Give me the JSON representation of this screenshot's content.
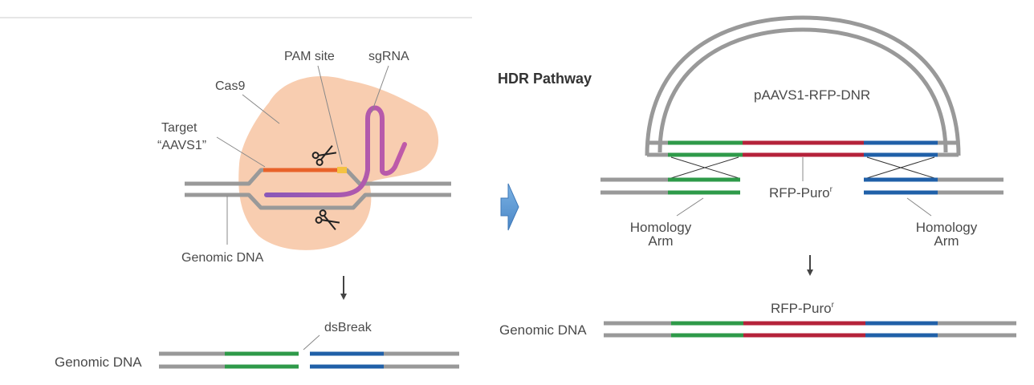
{
  "left_panel": {
    "labels": {
      "pam_site": "PAM site",
      "sgrna": "sgRNA",
      "cas9": "Cas9",
      "target_line1": "Target",
      "target_line2": "“AAVS1”",
      "genomic_dna_top": "Genomic DNA",
      "dsbreak": "dsBreak",
      "genomic_dna_bottom": "Genomic DNA"
    }
  },
  "right_panel": {
    "labels": {
      "pathway_title": "HDR Pathway",
      "donor_plasmid": "pAAVS1-RFP-DNR",
      "rfp_puro_top": "RFP-Puro",
      "rfp_puro_top_sup": "r",
      "homology_left_line1": "Homology",
      "homology_left_line2": "Arm",
      "homology_right_line1": "Homology",
      "homology_right_line2": "Arm",
      "rfp_puro_bottom": "RFP-Puro",
      "rfp_puro_bottom_sup": "r",
      "genomic_dna_result": "Genomic DNA"
    }
  },
  "colors": {
    "dna_gray": "#999999",
    "homology_green": "#2e9a49",
    "cassette_red": "#b5223a",
    "homology_blue": "#2060a8",
    "cas9_fill": "#f8cdb0",
    "target_orange": "#e8622a",
    "pam_yellow": "#f5c242",
    "sgrna_magenta": "#b45ab4",
    "arrow_blue": "#5b9bd5"
  },
  "icons": [
    "scissors-icon",
    "arrow-down-icon",
    "arrow-right-icon"
  ]
}
